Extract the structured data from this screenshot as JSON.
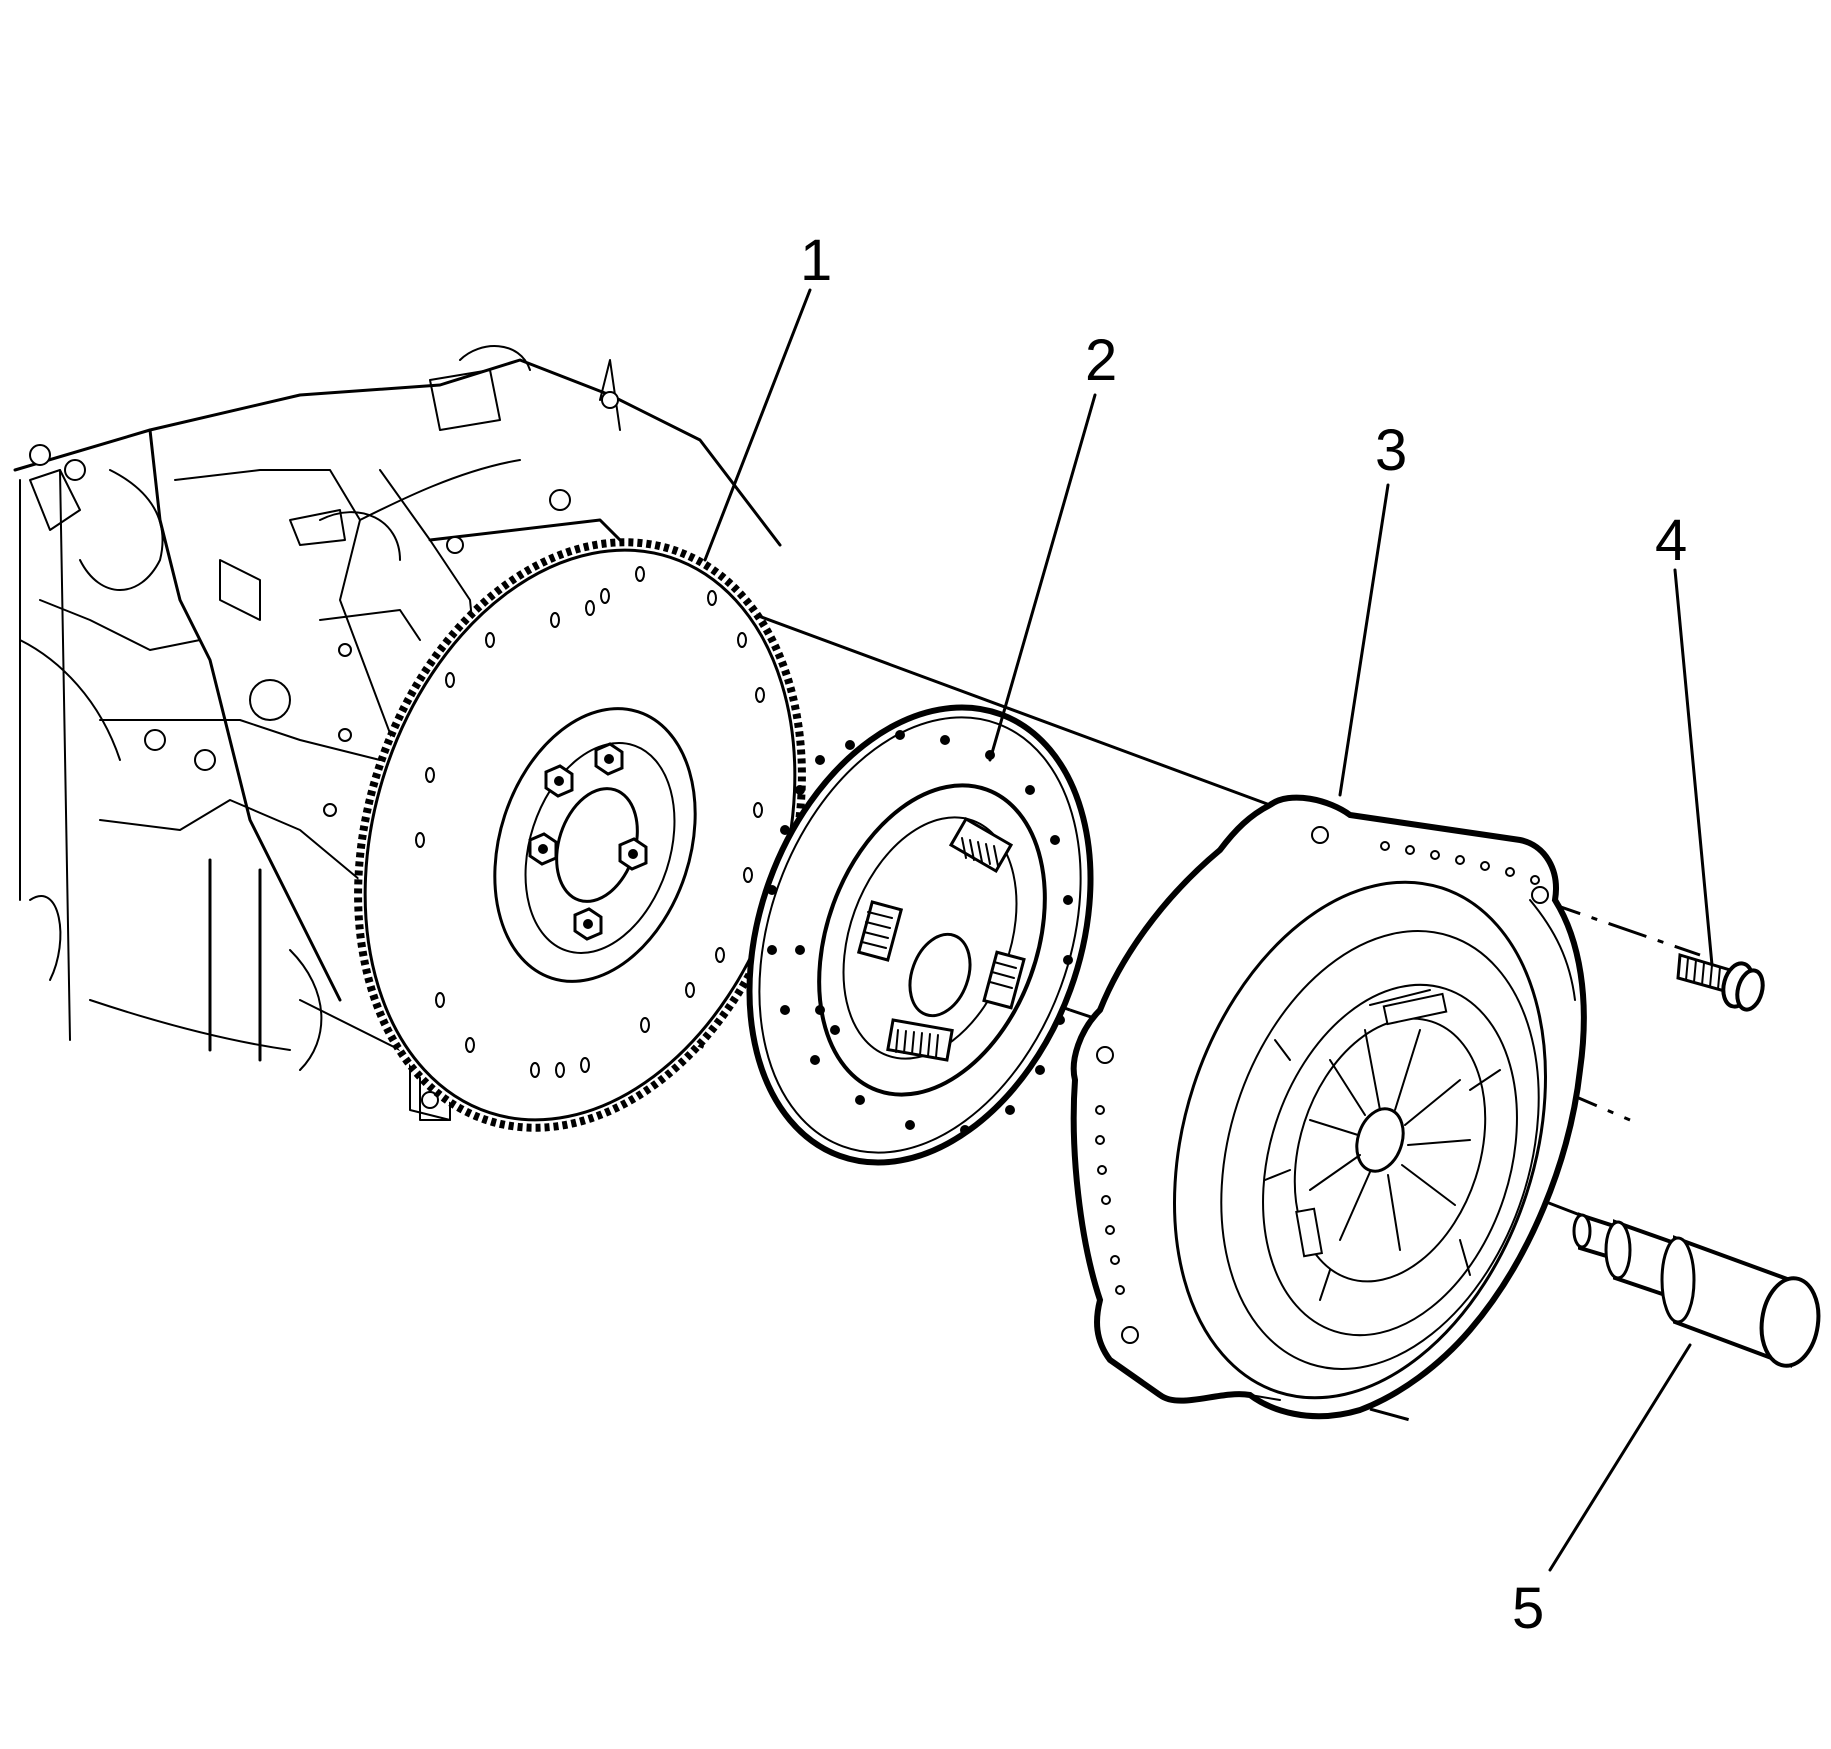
{
  "callouts": [
    {
      "id": "1",
      "label": "1"
    },
    {
      "id": "2",
      "label": "2"
    },
    {
      "id": "3",
      "label": "3"
    },
    {
      "id": "4",
      "label": "4"
    },
    {
      "id": "5",
      "label": "5"
    }
  ],
  "parts": {
    "part_1": "flywheel",
    "part_2": "clutch-disc",
    "part_3": "pressure-plate",
    "part_4": "bolt",
    "part_5": "alignment-tool"
  }
}
